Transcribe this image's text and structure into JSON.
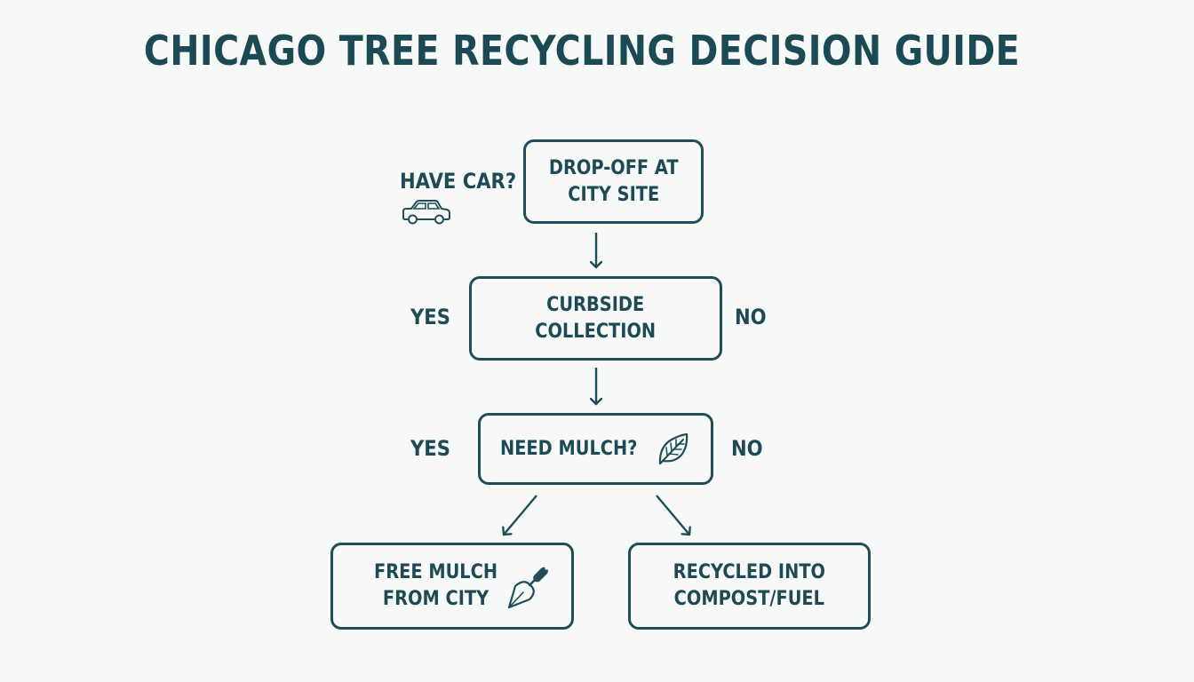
{
  "title": "CHICAGO TREE RECYCLING DECISION GUIDE",
  "nodes": {
    "dropoff": "DROP-OFF AT\nCITY SITE",
    "curbside": "CURBSIDE\nCOLLECTION",
    "mulch_question": "NEED MULCH?",
    "free_mulch": "FREE MULCH\nFROM CITY",
    "recycled": "RECYCLED INTO\nCOMPOST/FUEL"
  },
  "labels": {
    "have_car": "HAVE CAR?",
    "yes_curbside": "YES",
    "no_curbside": "NO",
    "yes_mulch": "YES",
    "no_mulch": "NO"
  },
  "icons": {
    "car": "car-icon",
    "leaf": "leaf-icon",
    "trowel": "trowel-icon"
  },
  "colors": {
    "primary": "#1d4a54",
    "background": "#f7f9f9"
  }
}
